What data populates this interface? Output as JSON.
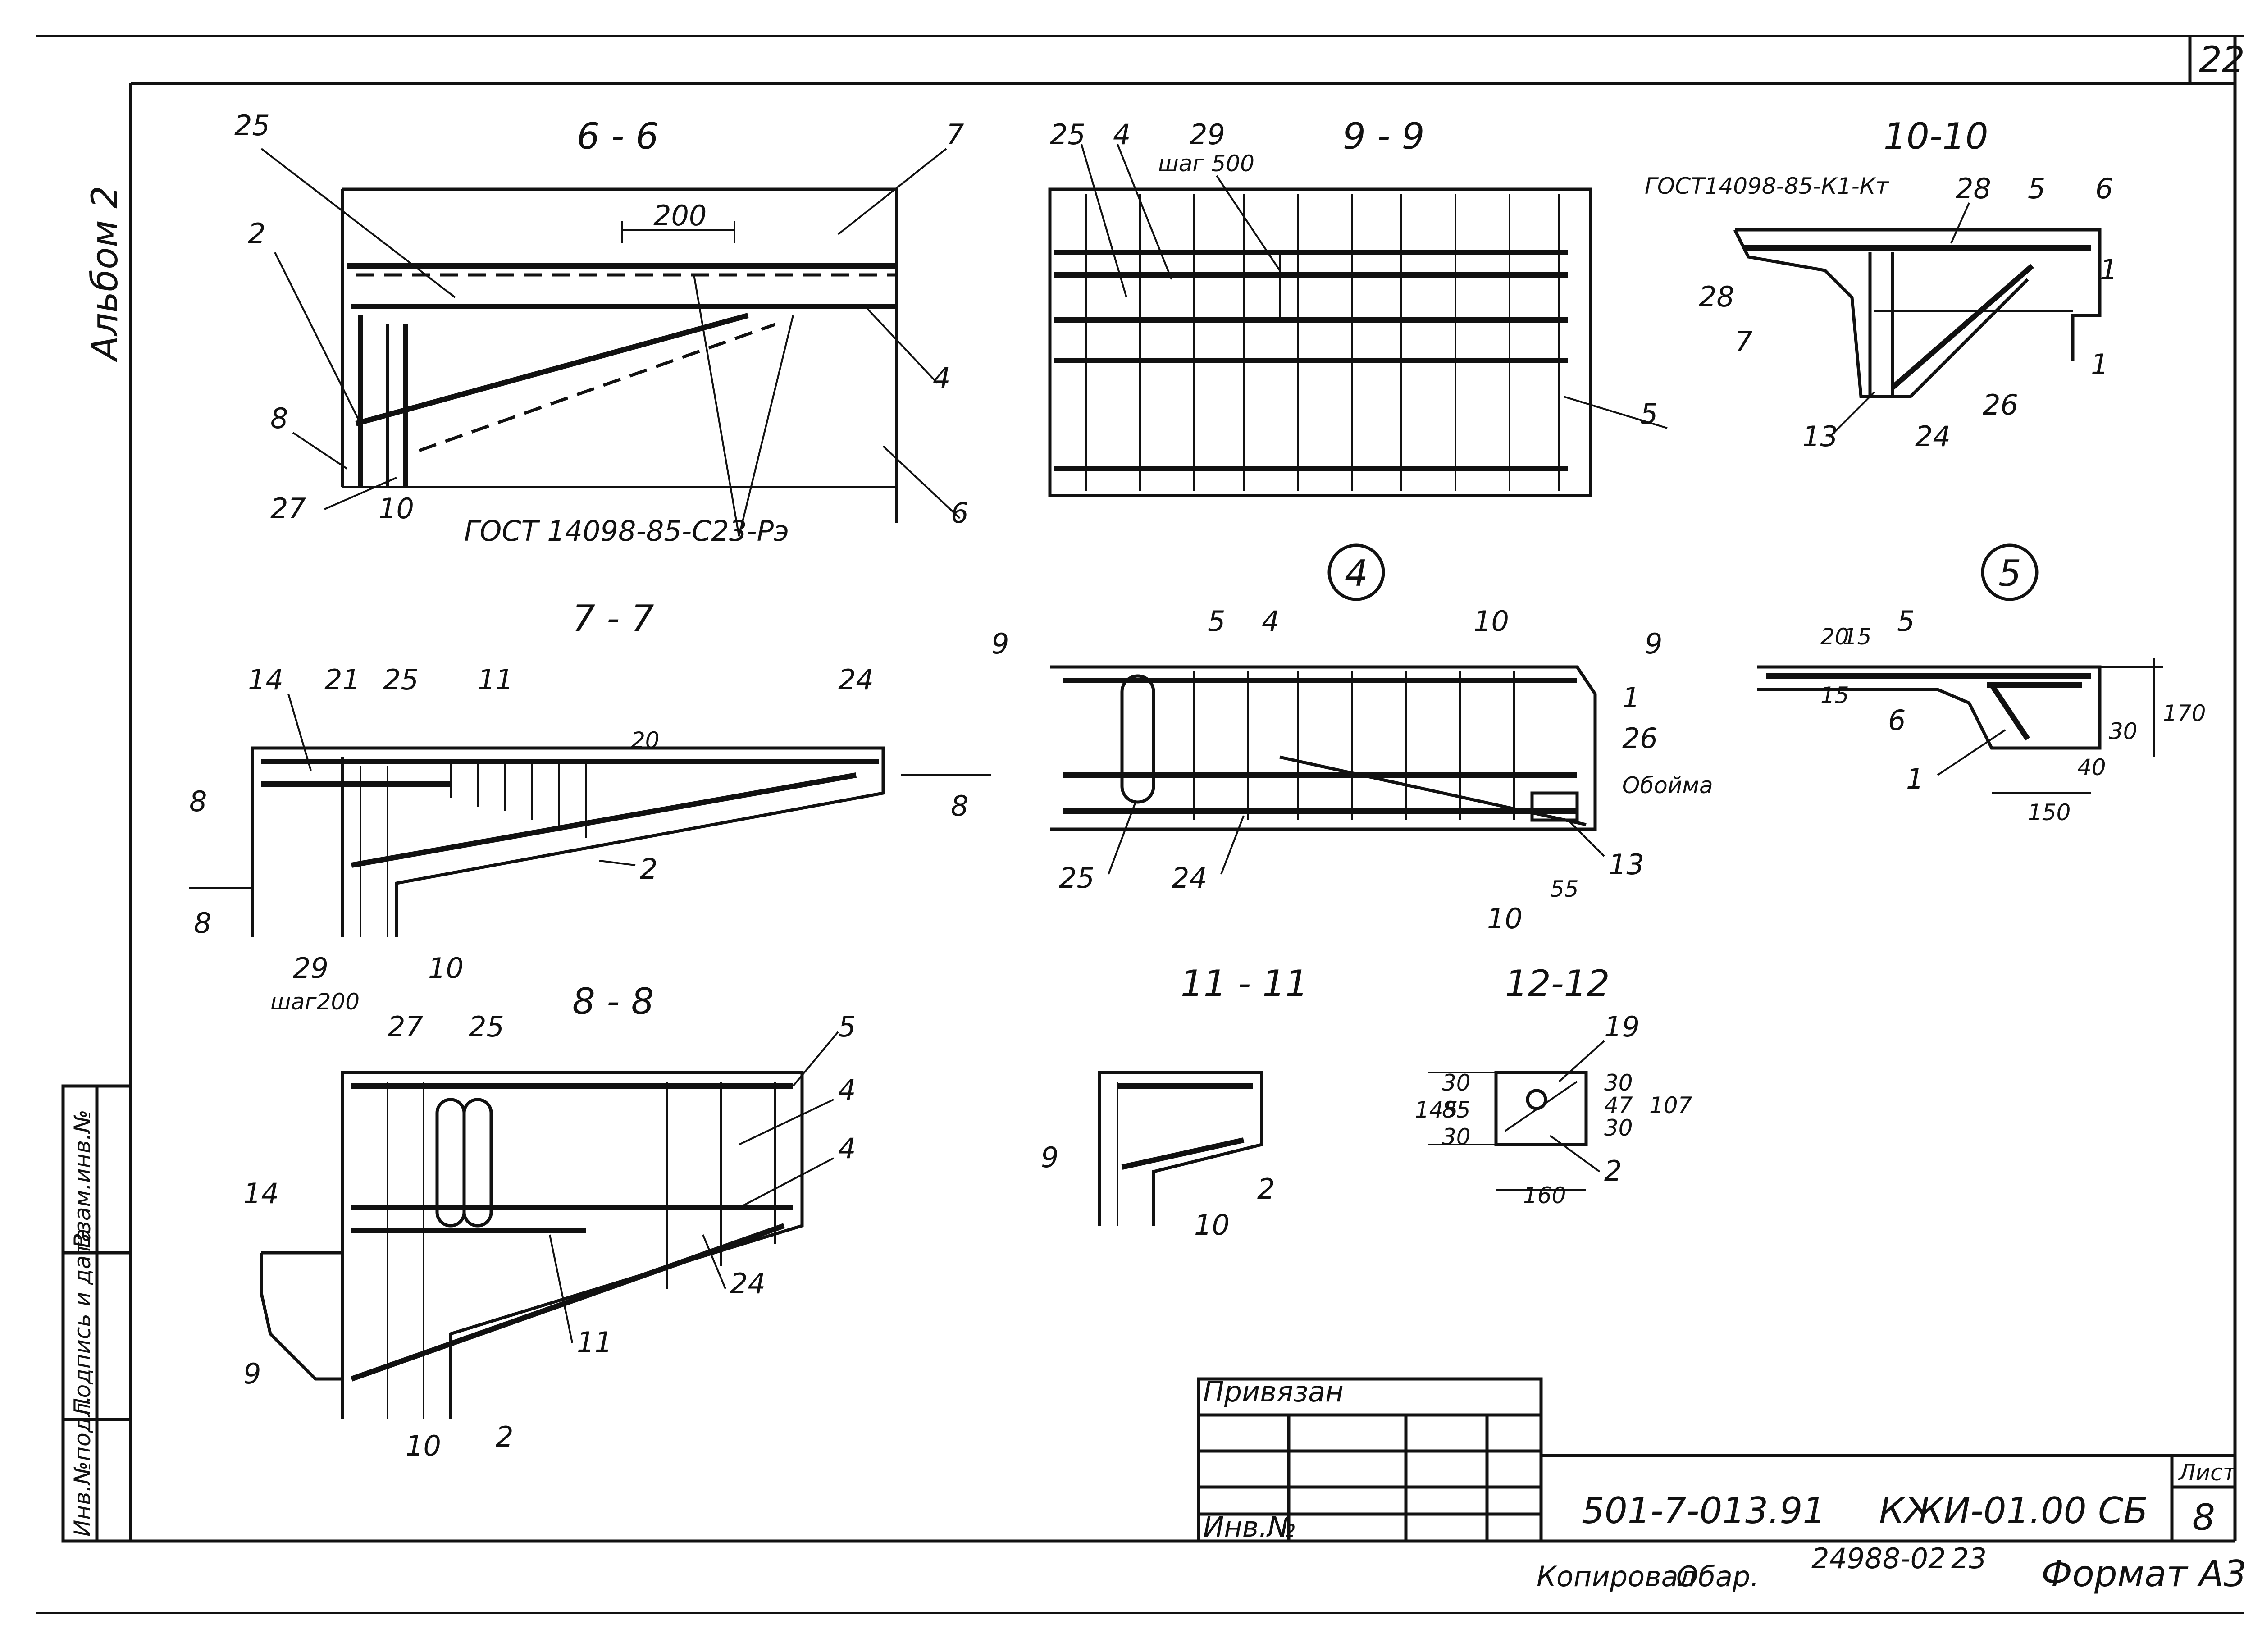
{
  "sheet": {
    "top_right_number": "22",
    "album_label": "Альбом 2"
  },
  "sections": {
    "s66": {
      "title": "6 - 6",
      "dim": "200",
      "gost": "ГОСТ 14098-85-С23-Рэ",
      "labels": [
        "25",
        "2",
        "7",
        "4",
        "8",
        "27",
        "10",
        "6"
      ]
    },
    "s99": {
      "title": "9 - 9",
      "step": "шаг 500",
      "labels": [
        "25",
        "4",
        "29",
        "5"
      ]
    },
    "s1010": {
      "title": "10-10",
      "gost": "ГОСТ14098-85-К1-Кт",
      "labels": [
        "28",
        "5",
        "6",
        "28",
        "7",
        "1",
        "1",
        "26",
        "13",
        "24"
      ]
    },
    "s77": {
      "title": "7 - 7",
      "step": "шаг200",
      "dim": "20",
      "labels": [
        "14",
        "21",
        "25",
        "11",
        "24",
        "8",
        "2",
        "8",
        "8",
        "29",
        "10"
      ]
    },
    "s88": {
      "title": "8 - 8",
      "labels": [
        "27",
        "25",
        "5",
        "4",
        "4",
        "14",
        "24",
        "11",
        "9",
        "10",
        "2"
      ]
    },
    "node4": {
      "mark": "4",
      "obojma": "Обойма",
      "dim": "55",
      "labels": [
        "9",
        "5",
        "4",
        "10",
        "9",
        "1",
        "26",
        "25",
        "24",
        "13",
        "10"
      ]
    },
    "node5": {
      "mark": "5",
      "dims": [
        "20",
        "15",
        "15",
        "170",
        "30",
        "40",
        "150"
      ],
      "labels": [
        "5",
        "6",
        "1"
      ]
    },
    "s1111": {
      "title": "11 - 11",
      "labels": [
        "9",
        "2",
        "10"
      ]
    },
    "s1212": {
      "title": "12-12",
      "dims": [
        "145",
        "30",
        "85",
        "30",
        "30",
        "47",
        "30",
        "107",
        "160"
      ],
      "labels": [
        "19",
        "2"
      ]
    }
  },
  "side_stamp": {
    "cells": [
      "Инв.№подл.",
      "Подпись и дата",
      "Взам.инв.№"
    ]
  },
  "title_block": {
    "privyazan": "Привязан",
    "inv": "Инв.№",
    "doc_code": "501-7-013.91",
    "mark_code": "КЖИ-01.00 СБ",
    "list_label": "Лист",
    "list_number": "8",
    "copied": "Копировал",
    "copied_sign": "Обар.",
    "order": "24988-02",
    "order_sheet": "23",
    "format": "Формат А3"
  }
}
